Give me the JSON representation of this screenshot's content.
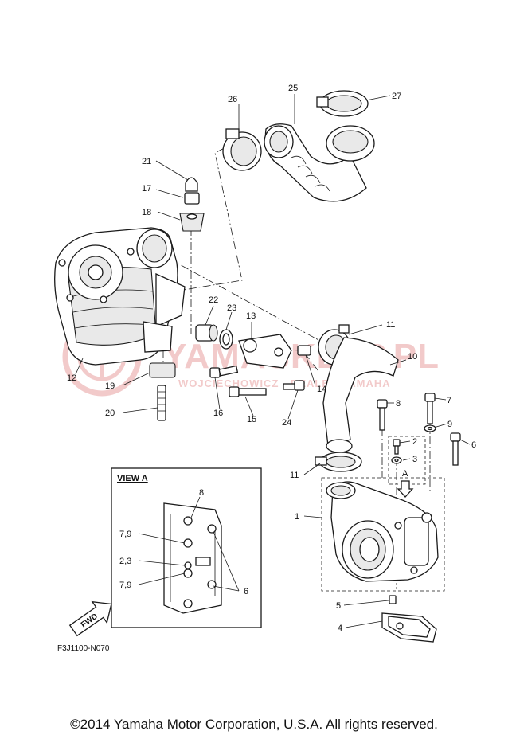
{
  "diagram": {
    "document_code": "F3J1100-N070",
    "copyright": "©2014 Yamaha Motor Corporation, U.S.A. All rights reserved.",
    "view_label": "VIEW A",
    "fwd_label": "FWD",
    "arrow_label": "A",
    "watermark": {
      "title": "YAMASKLEP.PL",
      "subtitle": "WOJCIECHOWICZ - DEALER YAMAHA",
      "color": "#e8a0a0"
    },
    "callouts": {
      "c1": "1",
      "c2": "2",
      "c3": "3",
      "c4": "4",
      "c5": "5",
      "c6": "6",
      "c7": "7",
      "c8": "8",
      "c9": "9",
      "c10": "10",
      "c11a": "11",
      "c11b": "11",
      "c12": "12",
      "c13": "13",
      "c14": "14",
      "c15": "15",
      "c16": "16",
      "c17": "17",
      "c18": "18",
      "c19": "19",
      "c20": "20",
      "c21": "21",
      "c22": "22",
      "c23": "23",
      "c24": "24",
      "c25": "25",
      "c26": "26",
      "c27": "27"
    },
    "view_callouts": {
      "v8": "8",
      "v79a": "7,9",
      "v23": "2,3",
      "v79b": "7,9",
      "v6": "6"
    }
  }
}
